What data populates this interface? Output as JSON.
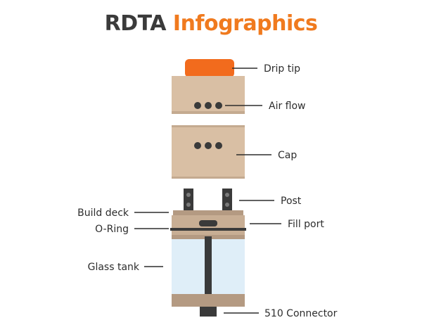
{
  "title": {
    "main": "RDTA",
    "highlight": "Infographics"
  },
  "colors": {
    "wood": "#d9bfa4",
    "wood_dark": "#b49a82",
    "dark": "#3a3a3a",
    "orange": "#f26b1d",
    "glass": "#dfeef8",
    "title_dark": "#3b3b3b",
    "title_accent": "#f07a1e"
  },
  "labels": {
    "drip_tip": "Drip tip",
    "air_flow": "Air flow",
    "cap": "Cap",
    "post": "Post",
    "build_deck": "Build deck",
    "fill_port": "Fill port",
    "o_ring": "O-Ring",
    "glass_tank": "Glass tank",
    "connector_510": "510 Connector"
  }
}
